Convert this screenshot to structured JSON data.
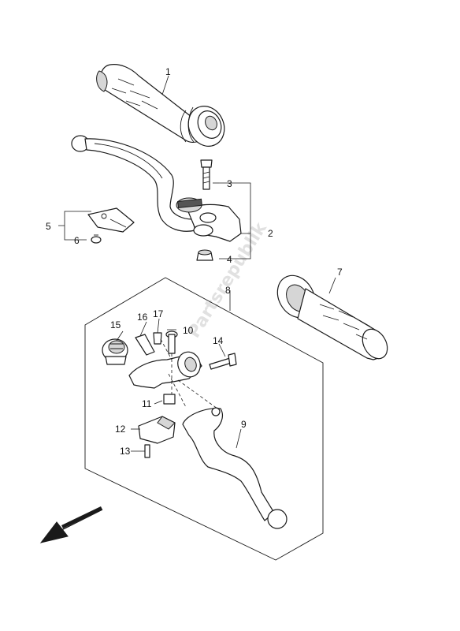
{
  "watermark": "Partsrepublik",
  "callouts": [
    {
      "id": "c1",
      "text": "1"
    },
    {
      "id": "c2",
      "text": "2"
    },
    {
      "id": "c3",
      "text": "3"
    },
    {
      "id": "c4",
      "text": "4"
    },
    {
      "id": "c5",
      "text": "5"
    },
    {
      "id": "c6",
      "text": "6"
    },
    {
      "id": "c7",
      "text": "7"
    },
    {
      "id": "c8",
      "text": "8"
    },
    {
      "id": "c9",
      "text": "9"
    },
    {
      "id": "c10",
      "text": "10"
    },
    {
      "id": "c11",
      "text": "11"
    },
    {
      "id": "c12",
      "text": "12"
    },
    {
      "id": "c13",
      "text": "13"
    },
    {
      "id": "c14",
      "text": "14"
    },
    {
      "id": "c15",
      "text": "15"
    },
    {
      "id": "c16",
      "text": "16"
    },
    {
      "id": "c17",
      "text": "17"
    }
  ],
  "front_arrow_icon": "arrow-down-left-icon"
}
